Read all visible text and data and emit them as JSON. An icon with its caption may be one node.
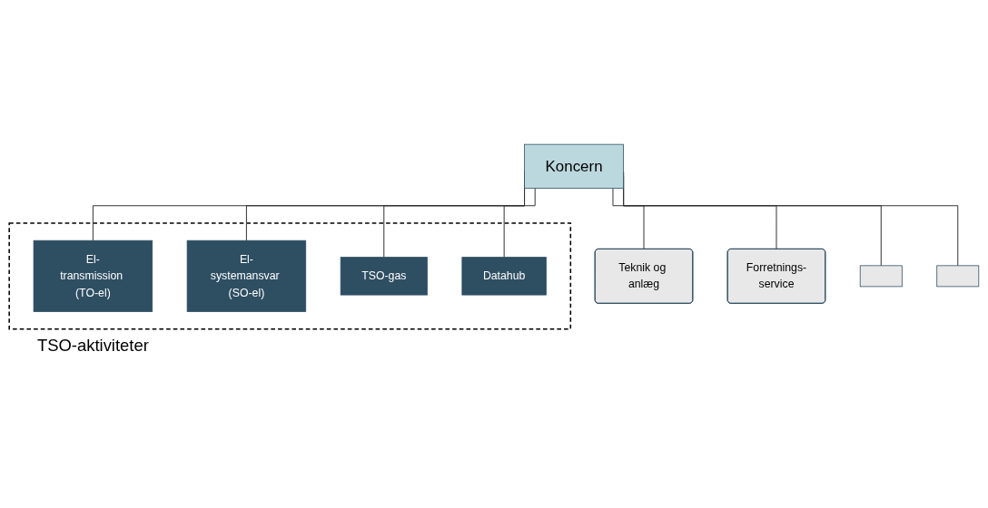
{
  "diagram": {
    "nodes": [
      {
        "text": [
          "Koncern"
        ]
      },
      {
        "text": [
          "Teknik og anlæg"
        ]
      },
      {
        "text": [
          "Forretnings-service"
        ]
      },
      {
        "text": [
          "TSO-aktiviteter"
        ]
      },
      {
        "text": [
          "El-transmission (TO-el)"
        ],
        "in": 3
      },
      {
        "text": [
          "El-systemansvar (SO-el)"
        ],
        "in": 3
      },
      {
        "text": [
          "TSO-gas"
        ],
        "in": 3
      },
      {
        "text": [
          "Datahub"
        ],
        "in": 3
      },
      {
        "text": [],
        "shape": "box"
      },
      {
        "text": [],
        "shape": "box"
      }
    ],
    "edges": [
      {
        "from": 0,
        "to": 1,
        "arrow": "none"
      },
      {
        "from": 0,
        "to": 2,
        "arrow": "none"
      },
      {
        "from": 0,
        "to": 4,
        "arrow": "none"
      },
      {
        "from": 0,
        "to": 5,
        "arrow": "none"
      },
      {
        "from": 0,
        "to": 6,
        "arrow": "none"
      },
      {
        "from": 0,
        "to": 7,
        "arrow": "none"
      },
      {
        "from": 0,
        "to": 8,
        "arrow": "none"
      },
      {
        "from": 0,
        "to": 9,
        "arrow": "none"
      }
    ]
  }
}
